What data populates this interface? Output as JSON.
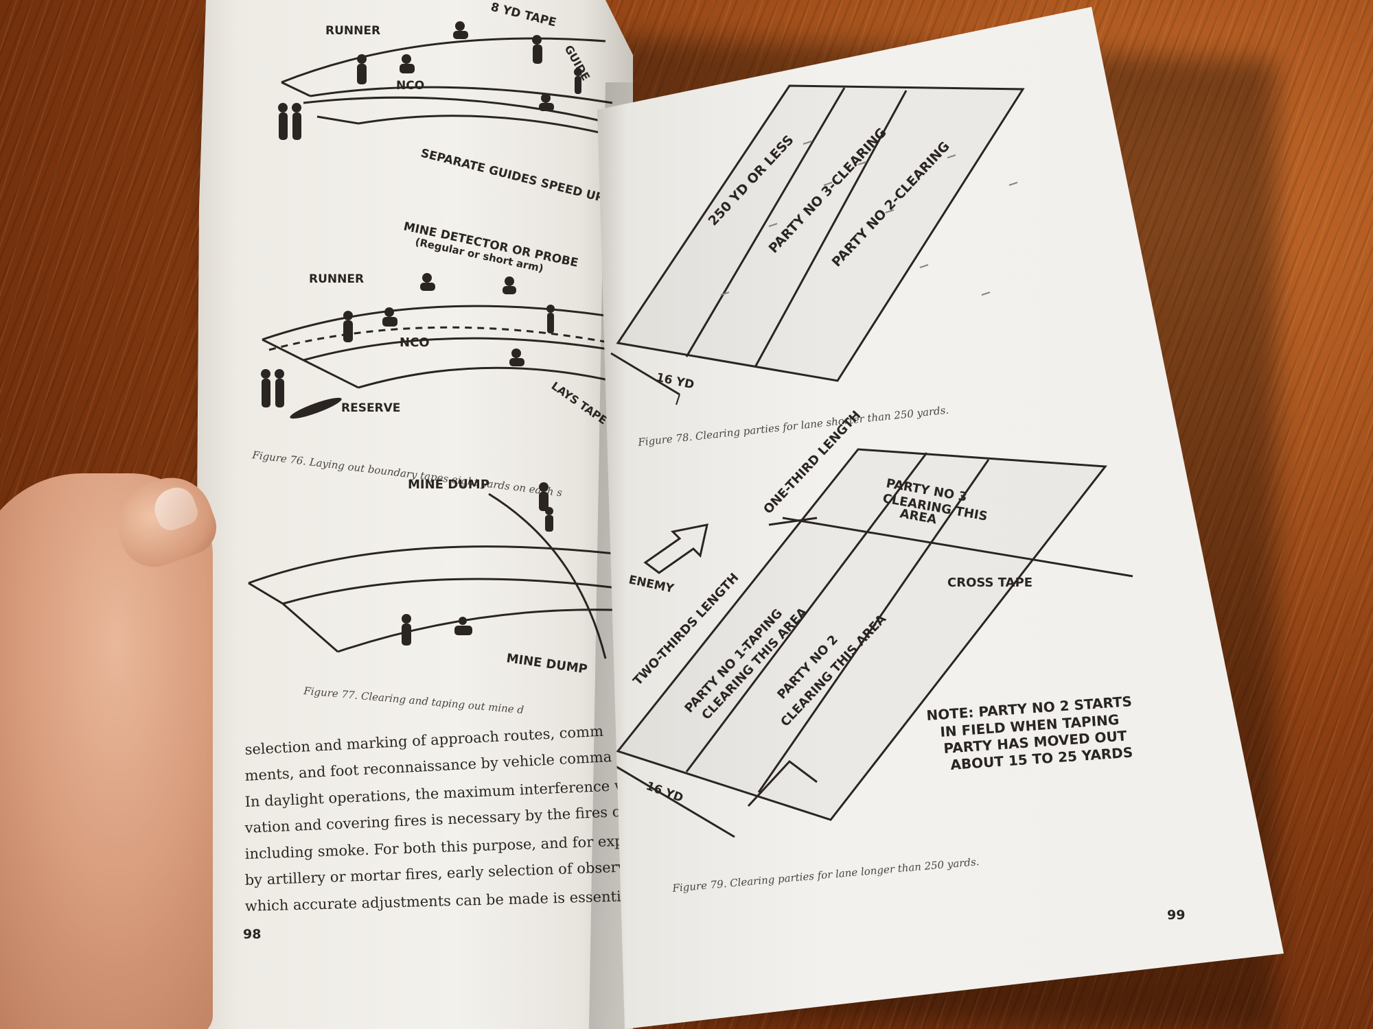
{
  "left_page": {
    "figure76": {
      "labels": {
        "runner_top": "RUNNER",
        "tape": "8 YD TAPE",
        "guide": "GUIDE",
        "nco_top": "NCO",
        "separate": "SEPARATE GUIDES SPEED UP W",
        "mine_detector": "MINE DETECTOR OR PROBE",
        "arm": "(Regular or short arm)",
        "runner_mid": "RUNNER",
        "nco_mid": "NCO",
        "reserve": "RESERVE",
        "lays_tape": "LAYS TAPE A"
      },
      "caption": "Figure 76.  Laying out boundary tapes eight yards on each s"
    },
    "figure77": {
      "labels": {
        "mine_dump_top": "MINE DUMP",
        "mine_dump_bottom": "MINE DUMP"
      },
      "caption": "Figure 77.  Clearing and taping out mine d"
    },
    "body_lines": [
      "selection and marking of approach routes, comm",
      "ments, and foot reconnaissance by vehicle comma",
      "In daylight operations, the maximum interference w",
      "vation and covering fires is necessary by the fires of",
      "including smoke.  For both this purpose, and for exp",
      "by artillery or mortar fires, early selection of observ",
      "which accurate adjustments can be made is essential."
    ],
    "page_number": "98"
  },
  "right_page": {
    "figure78": {
      "labels": {
        "length": "250 YD OR LESS",
        "party3": "PARTY NO 3-CLEARING",
        "party2": "PARTY NO 2-CLEARING",
        "width": "16 YD"
      },
      "caption": "Figure 78.  Clearing parties for lane shorter than 250 yards."
    },
    "figure79": {
      "labels": {
        "one_third": "ONE-THIRD LENGTH",
        "party3_line1": "PARTY NO 3",
        "party3_line2": "CLEARING THIS",
        "party3_line3": "AREA",
        "enemy": "ENEMY",
        "cross_tape": "CROSS TAPE",
        "two_thirds": "TWO-THIRDS LENGTH",
        "party1_line1": "PARTY NO 1-TAPING",
        "party1_line2": "CLEARING THIS AREA",
        "party2_line1": "PARTY NO 2",
        "party2_line2": "CLEARING THIS AREA",
        "note_line1": "NOTE: PARTY NO 2 STARTS",
        "note_line2": "IN FIELD WHEN TAPING",
        "note_line3": "PARTY HAS MOVED OUT",
        "note_line4": "ABOUT 15 TO 25 YARDS",
        "width": "16 YD"
      },
      "caption": "Figure 79.  Clearing parties for lane longer than 250 yards."
    },
    "page_number": "99"
  },
  "colors": {
    "ink": "#2a2522",
    "paper": "#f1f0ec",
    "wood": "#8d3f12",
    "skin": "#d89d7d"
  }
}
